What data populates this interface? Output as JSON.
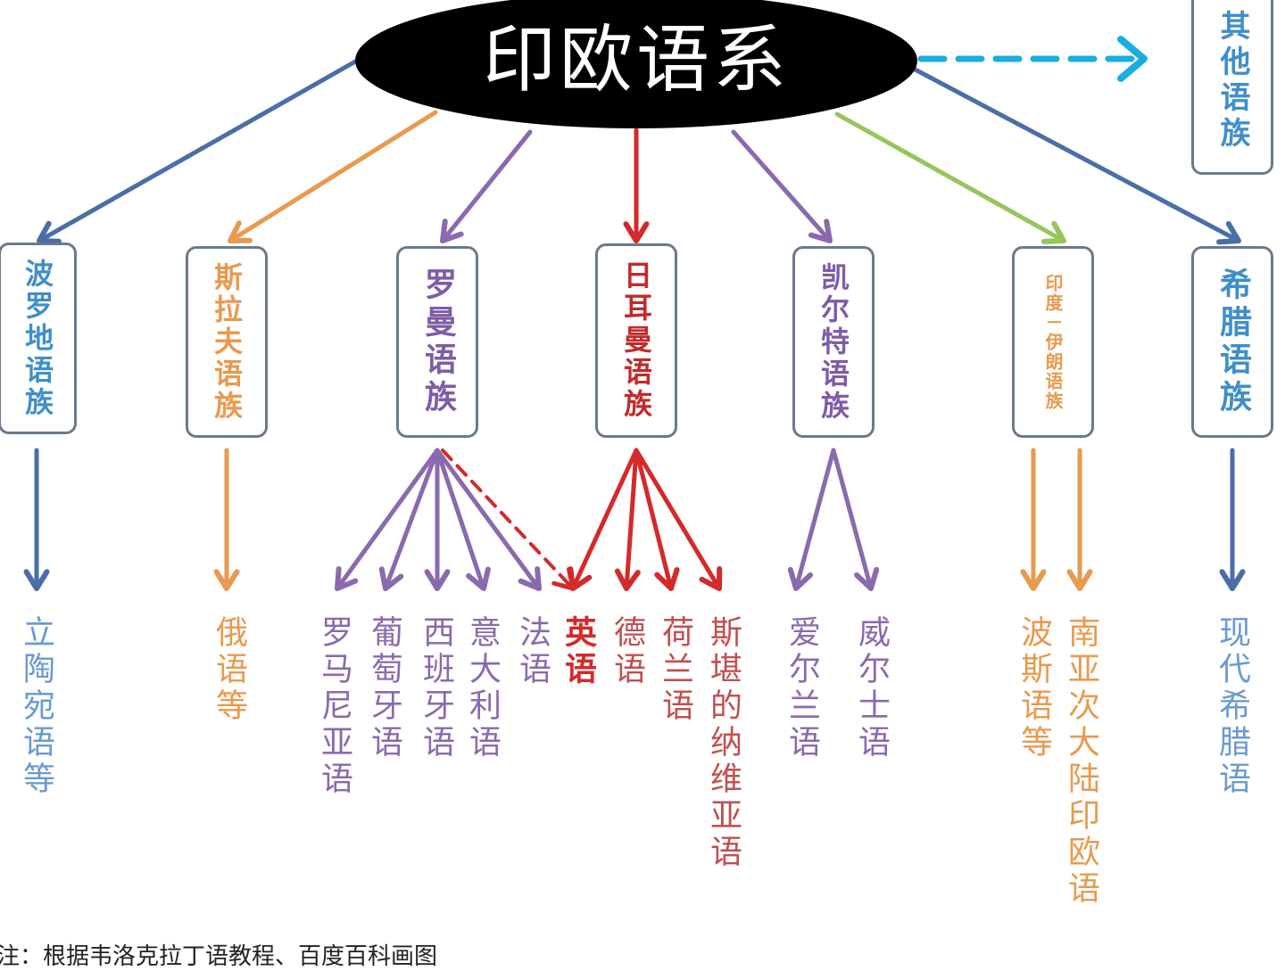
{
  "root": {
    "label": "印欧语系"
  },
  "colors": {
    "baltic": "#4a6ea8",
    "slavic": "#e89a4e",
    "romance": "#8a6aae",
    "germanic": "#d42a2a",
    "celtic": "#8a6aae",
    "indoiranian": "#e89a4e",
    "greek": "#4a6ea8",
    "other": "#19aee0",
    "green_link": "#98c45c",
    "dashed_red": "#d42a2a"
  },
  "families": [
    {
      "id": "baltic",
      "label": "波罗地语族",
      "text_color": "#3f8fc9"
    },
    {
      "id": "slavic",
      "label": "斯拉夫语族",
      "text_color": "#e89a4e"
    },
    {
      "id": "romance",
      "label": "罗曼语族",
      "text_color": "#7d5ca8"
    },
    {
      "id": "germanic",
      "label": "日耳曼语族",
      "text_color": "#c22a2a"
    },
    {
      "id": "celtic",
      "label": "凯尔特语族",
      "text_color": "#7d5ca8"
    },
    {
      "id": "indoiranian",
      "label": "印度－伊朗语族",
      "text_color": "#e89a4e"
    },
    {
      "id": "greek",
      "label": "希腊语族",
      "text_color": "#3f8fc9"
    },
    {
      "id": "other",
      "label": "其他语族",
      "text_color": "#3f8fc9"
    }
  ],
  "languages": [
    {
      "id": "lithuanian",
      "label": "立陶宛语等",
      "family": "baltic",
      "text_color": "#6a9ad0"
    },
    {
      "id": "russian",
      "label": "俄语等",
      "family": "slavic",
      "text_color": "#e89a4e"
    },
    {
      "id": "romanian",
      "label": "罗马尼亚语",
      "family": "romance",
      "text_color": "#8a6aae"
    },
    {
      "id": "portuguese",
      "label": "葡萄牙语",
      "family": "romance",
      "text_color": "#8a6aae"
    },
    {
      "id": "spanish",
      "label": "西班牙语",
      "family": "romance",
      "text_color": "#8a6aae"
    },
    {
      "id": "italian",
      "label": "意大利语",
      "family": "romance",
      "text_color": "#8a6aae"
    },
    {
      "id": "french",
      "label": "法语",
      "family": "romance",
      "text_color": "#8a6aae"
    },
    {
      "id": "english",
      "label": "英语",
      "family": "germanic",
      "text_color": "#d42a2a"
    },
    {
      "id": "german",
      "label": "德语",
      "family": "germanic",
      "text_color": "#c05050"
    },
    {
      "id": "dutch",
      "label": "荷兰语",
      "family": "germanic",
      "text_color": "#c05050"
    },
    {
      "id": "scandinavian",
      "label": "斯堪的纳维亚语",
      "family": "germanic",
      "text_color": "#c05050"
    },
    {
      "id": "irish",
      "label": "爱尔兰语",
      "family": "celtic",
      "text_color": "#8a6aae"
    },
    {
      "id": "welsh",
      "label": "威尔士语",
      "family": "celtic",
      "text_color": "#8a6aae"
    },
    {
      "id": "persian",
      "label": "波斯语等",
      "family": "indoiranian",
      "text_color": "#e89a4e"
    },
    {
      "id": "south_asian",
      "label": "南亚次大陆印欧语",
      "family": "indoiranian",
      "text_color": "#e89a4e"
    },
    {
      "id": "modern_greek",
      "label": "现代希腊语",
      "family": "greek",
      "text_color": "#6a9ad0"
    }
  ],
  "footnote": "注：根据韦洛克拉丁语教程、百度百科画图"
}
